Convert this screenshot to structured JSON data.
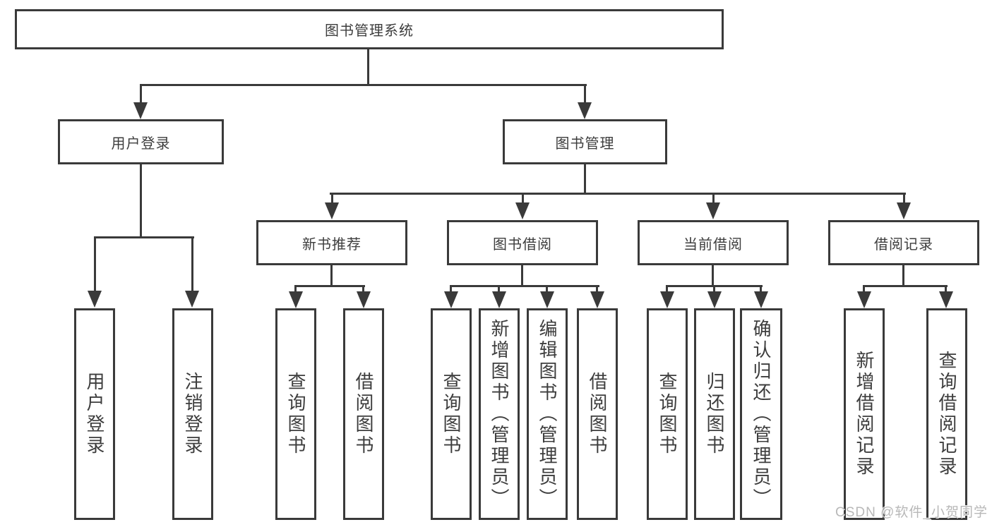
{
  "title": "图书管理系统",
  "level2": {
    "user_login": "用户登录",
    "book_management": "图书管理"
  },
  "level3": {
    "new_book_recommend": "新书推荐",
    "book_borrowing": "图书借阅",
    "current_borrowing": "当前借阅",
    "borrowing_records": "借阅记录"
  },
  "leaves": {
    "user_login": [
      "用户登录",
      "注销登录"
    ],
    "new_book_recommend": [
      "查询图书",
      "借阅图书"
    ],
    "book_borrowing": [
      "查询图书",
      "新增图书（管理员）",
      "编辑图书（管理员）",
      "借阅图书"
    ],
    "current_borrowing": [
      "查询图书",
      "归还图书",
      "确认归还（管理员）"
    ],
    "borrowing_records": [
      "新增借阅记录",
      "查询借阅记录"
    ]
  },
  "watermark": "CSDN @软件_小贺同学",
  "colors": {
    "line": "#3a3a3a",
    "text": "#3d3d3d",
    "watermark": "#b8b8b8",
    "background": "#ffffff"
  }
}
